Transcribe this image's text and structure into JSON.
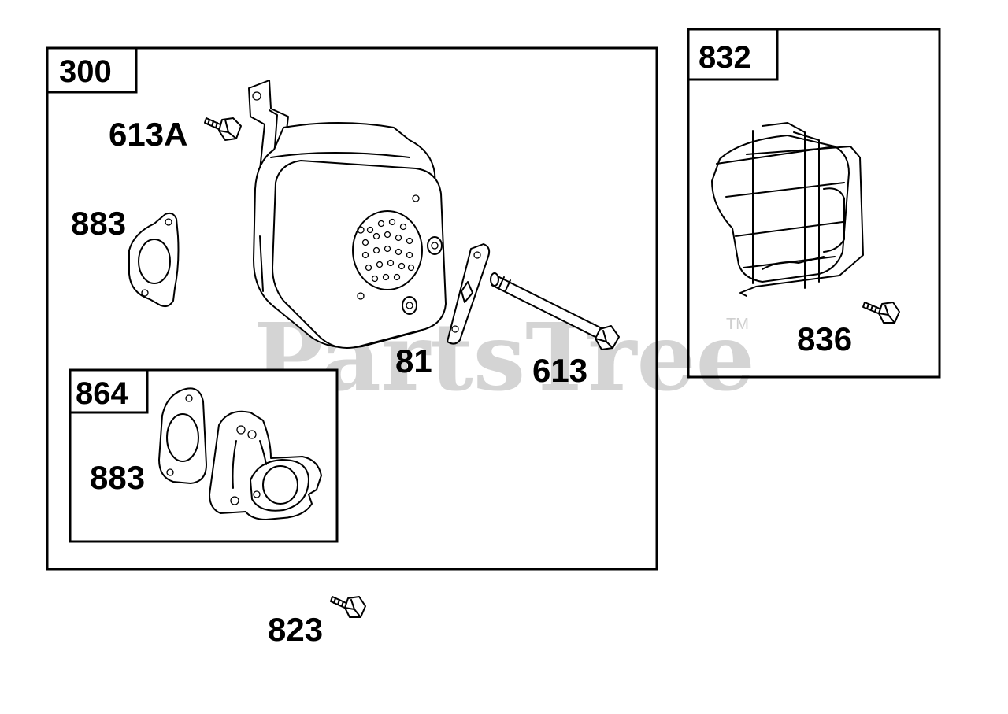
{
  "watermark": {
    "text": "PartsTree",
    "trademark": "TM",
    "color": "#d4d4d4"
  },
  "groups": [
    {
      "id": "300",
      "label": "300"
    },
    {
      "id": "832",
      "label": "832"
    },
    {
      "id": "864",
      "label": "864"
    }
  ],
  "callouts": {
    "p613A": "613A",
    "p883_upper": "883",
    "p81": "81",
    "p613": "613",
    "p883_lower": "883",
    "p836": "836",
    "p823": "823"
  }
}
